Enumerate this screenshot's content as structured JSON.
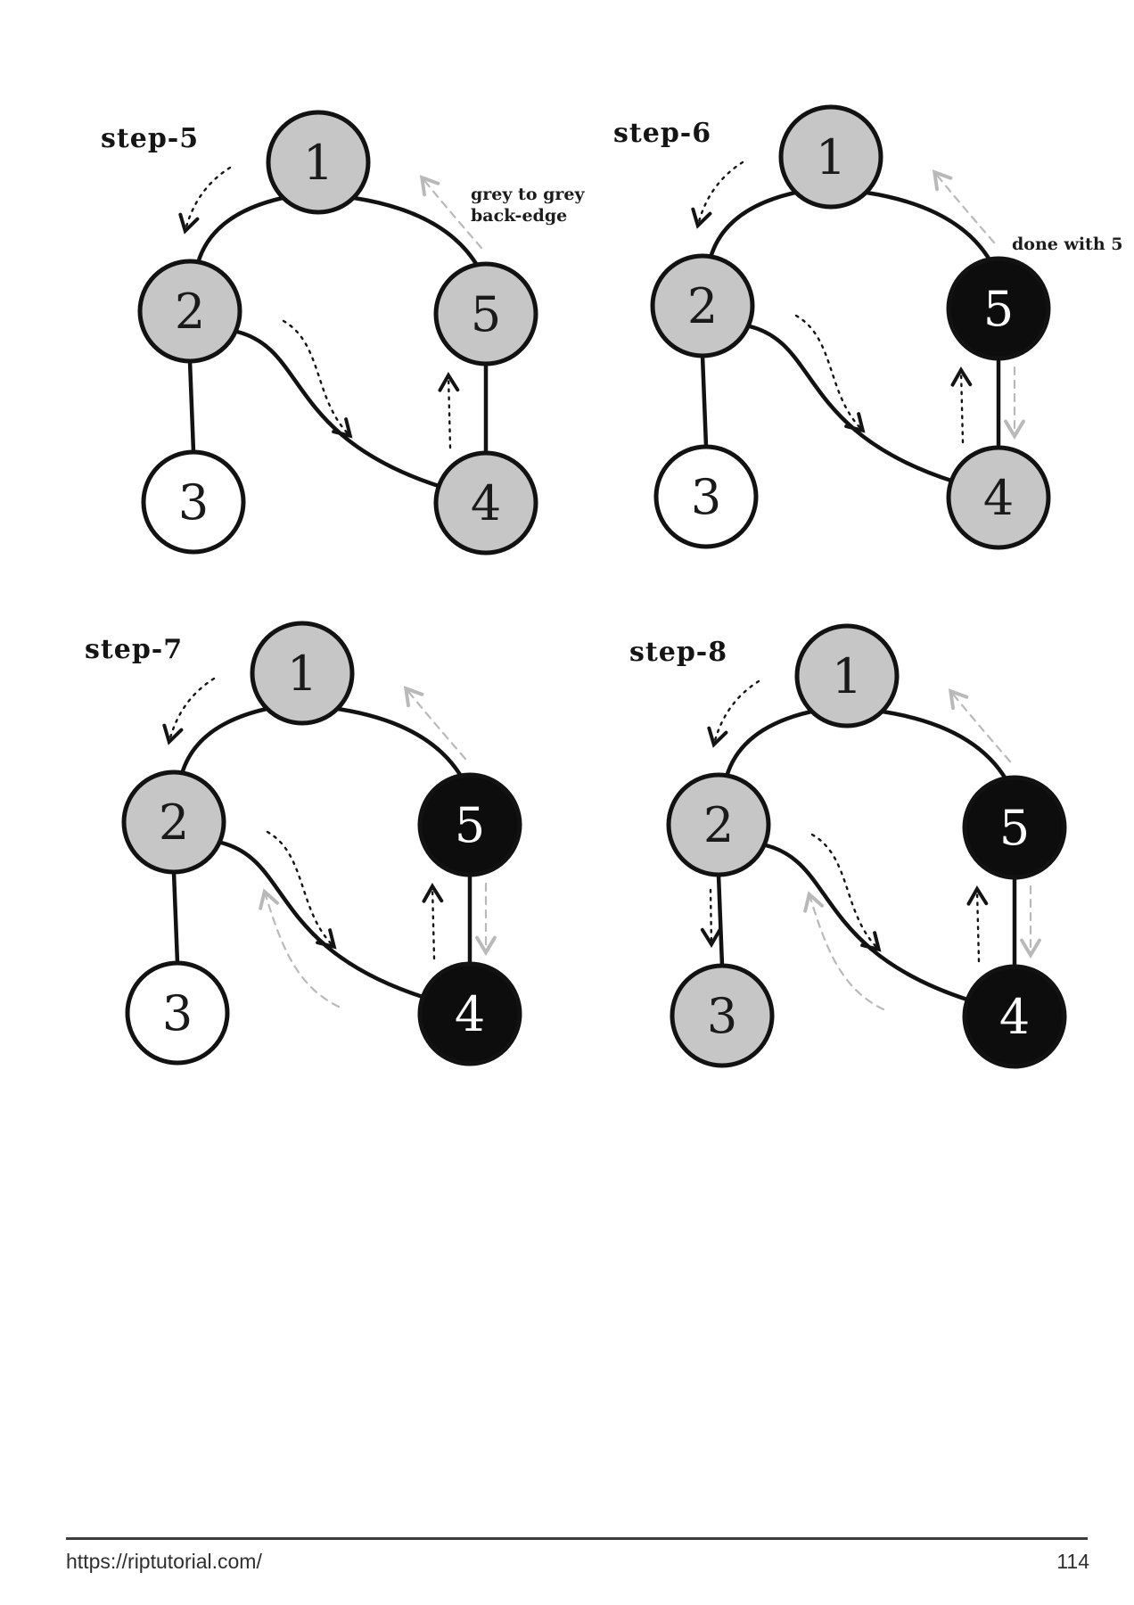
{
  "colors": {
    "node_grey": "#c6c6c6",
    "node_black": "#0d0d0d",
    "node_white": "#ffffff",
    "ink": "#141414",
    "arrow_grey": "#b9b9b9",
    "number_dark": "#1a1a1a",
    "number_light": "#ffffff"
  },
  "steps": [
    {
      "label": "step-5",
      "annotation": {
        "line1": "grey to grey",
        "line2": "back-edge"
      },
      "nodes": {
        "n1": {
          "label": "1",
          "fill": "#c6c6c6",
          "text": "#1a1a1a"
        },
        "n2": {
          "label": "2",
          "fill": "#c6c6c6",
          "text": "#1a1a1a"
        },
        "n3": {
          "label": "3",
          "fill": "#ffffff",
          "text": "#1a1a1a"
        },
        "n4": {
          "label": "4",
          "fill": "#c6c6c6",
          "text": "#1a1a1a"
        },
        "n5": {
          "label": "5",
          "fill": "#c6c6c6",
          "text": "#1a1a1a"
        }
      }
    },
    {
      "label": "step-6",
      "annotation": {
        "text": "done with 5"
      },
      "nodes": {
        "n1": {
          "label": "1",
          "fill": "#c6c6c6",
          "text": "#1a1a1a"
        },
        "n2": {
          "label": "2",
          "fill": "#c6c6c6",
          "text": "#1a1a1a"
        },
        "n3": {
          "label": "3",
          "fill": "#ffffff",
          "text": "#1a1a1a"
        },
        "n4": {
          "label": "4",
          "fill": "#c6c6c6",
          "text": "#1a1a1a"
        },
        "n5": {
          "label": "5",
          "fill": "#0d0d0d",
          "text": "#ffffff"
        }
      }
    },
    {
      "label": "step-7",
      "nodes": {
        "n1": {
          "label": "1",
          "fill": "#c6c6c6",
          "text": "#1a1a1a"
        },
        "n2": {
          "label": "2",
          "fill": "#c6c6c6",
          "text": "#1a1a1a"
        },
        "n3": {
          "label": "3",
          "fill": "#ffffff",
          "text": "#1a1a1a"
        },
        "n4": {
          "label": "4",
          "fill": "#0d0d0d",
          "text": "#ffffff"
        },
        "n5": {
          "label": "5",
          "fill": "#0d0d0d",
          "text": "#ffffff"
        }
      }
    },
    {
      "label": "step-8",
      "nodes": {
        "n1": {
          "label": "1",
          "fill": "#c6c6c6",
          "text": "#1a1a1a"
        },
        "n2": {
          "label": "2",
          "fill": "#c6c6c6",
          "text": "#1a1a1a"
        },
        "n3": {
          "label": "3",
          "fill": "#c6c6c6",
          "text": "#1a1a1a"
        },
        "n4": {
          "label": "4",
          "fill": "#0d0d0d",
          "text": "#ffffff"
        },
        "n5": {
          "label": "5",
          "fill": "#0d0d0d",
          "text": "#ffffff"
        }
      }
    }
  ],
  "footer": {
    "url": "https://riptutorial.com/",
    "page_number": "114"
  }
}
